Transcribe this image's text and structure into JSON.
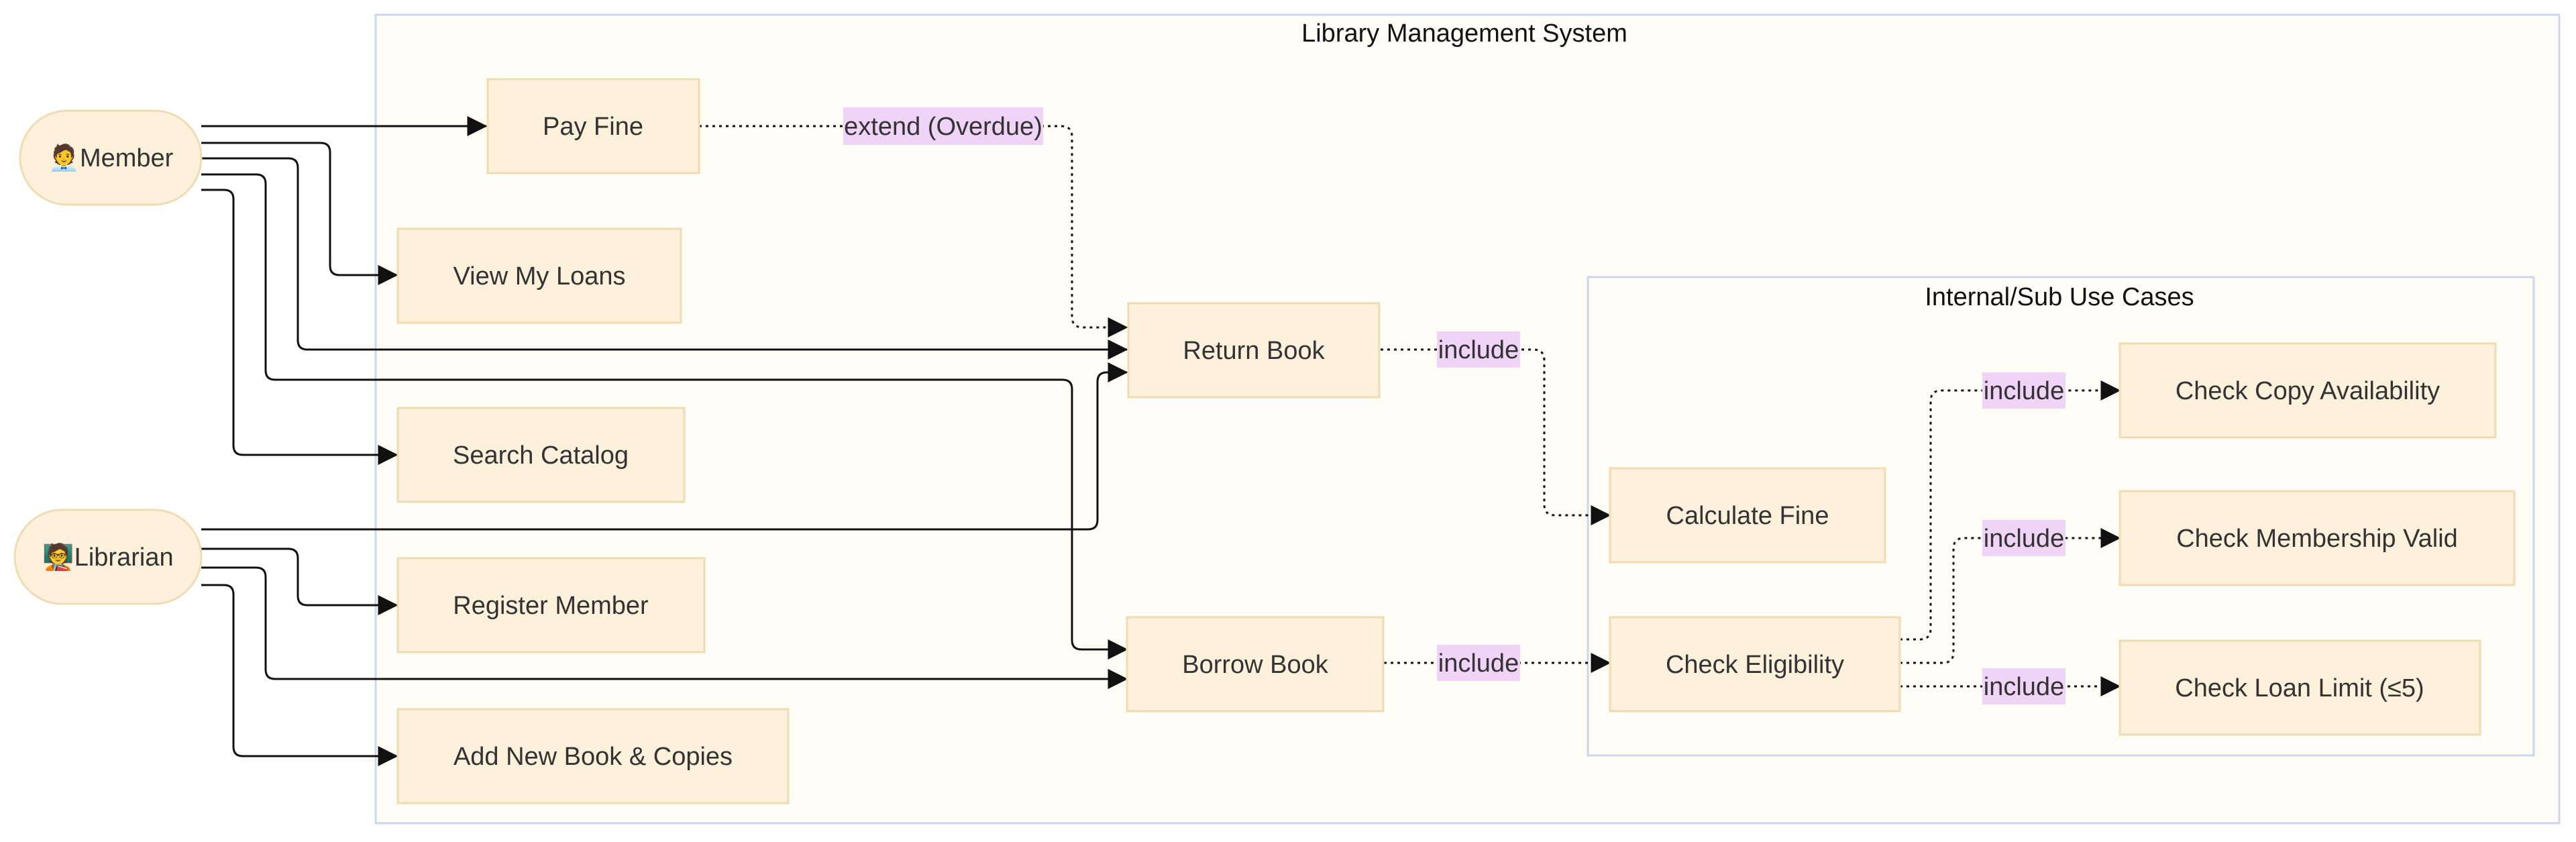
{
  "diagram": {
    "system_title": "Library Management System",
    "subsystem_title": "Internal/Sub Use Cases",
    "actors": {
      "member": {
        "icon": "🧑‍💼",
        "label": "Member"
      },
      "librarian": {
        "icon": "🧑‍🏫",
        "label": "Librarian"
      }
    },
    "use_cases": {
      "pay_fine": "Pay Fine",
      "view_my_loans": "View My Loans",
      "search_catalog": "Search Catalog",
      "register_member": "Register Member",
      "add_new_book": "Add New Book & Copies",
      "return_book": "Return Book",
      "borrow_book": "Borrow Book",
      "calculate_fine": "Calculate Fine",
      "check_eligibility": "Check Eligibility",
      "check_copy_availability": "Check Copy Availability",
      "check_membership_valid": "Check Membership Valid",
      "check_loan_limit": "Check Loan Limit (≤5)"
    },
    "edge_labels": {
      "extend_overdue": "extend (Overdue)",
      "include_return_calc": "include",
      "include_borrow_elig": "include",
      "include_copy": "include",
      "include_membership": "include",
      "include_loan_limit": "include"
    },
    "colors": {
      "system_fill": "#fffdf6",
      "system_border": "#c9d6ec",
      "node_fill": "#fdf1dc",
      "node_border": "#f0dcb3",
      "edge": "#111111",
      "label_bg": "#efd4f8"
    }
  }
}
